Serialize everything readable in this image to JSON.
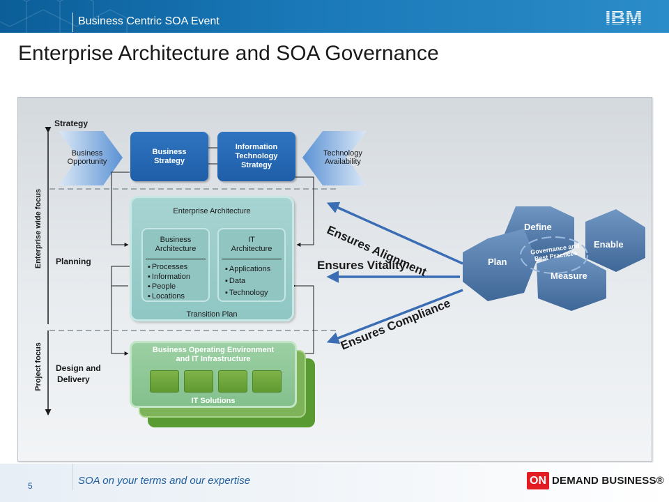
{
  "header": {
    "event_title": "Business Centric SOA Event",
    "logo_text": "IBM"
  },
  "slide": {
    "title": "Enterprise Architecture and SOA Governance"
  },
  "diagram": {
    "strategy_label": "Strategy",
    "planning_label": "Planning",
    "design_label_line1": "Design and",
    "design_label_line2": "Delivery",
    "enterprise_focus": "Enterprise wide focus",
    "project_focus": "Project focus",
    "business_opportunity": [
      "Business",
      "Opportunity"
    ],
    "technology_availability": [
      "Technology",
      "Availability"
    ],
    "business_strategy": [
      "Business",
      "Strategy"
    ],
    "it_strategy": [
      "Information",
      "Technology",
      "Strategy"
    ],
    "enterprise_architecture": {
      "title": "Enterprise Architecture",
      "business_architecture": {
        "heading": [
          "Business",
          "Architecture"
        ],
        "items": [
          "Processes",
          "Information",
          "People",
          "Locations"
        ]
      },
      "it_architecture": {
        "heading": [
          "IT",
          "Architecture"
        ],
        "items": [
          "Applications",
          "Data",
          "Technology"
        ]
      },
      "footer": "Transition Plan"
    },
    "operating_environment": {
      "title": [
        "Business Operating Environment",
        "and IT Infrastructure"
      ],
      "footer": "IT Solutions"
    },
    "arrows": {
      "alignment": "Ensures Alignment",
      "vitality": "Ensures Vitality",
      "compliance": "Ensures Compliance"
    },
    "governance": {
      "define": "Define",
      "enable": "Enable",
      "plan": "Plan",
      "measure": "Measure",
      "center": [
        "Governance and",
        "Best Practices"
      ]
    }
  },
  "footer": {
    "page_number": "5",
    "tagline": "SOA on your terms and our expertise",
    "brand_on": "ON",
    "brand_rest": "DEMAND BUSINESS®"
  },
  "colors": {
    "header_blue": "#1a78b8",
    "box_blue": "#1f5ea9",
    "ea_teal": "#9ccdca",
    "green": "#5f9a30",
    "hex_blue": "#4f77a6",
    "arrow_blue": "#3b6db5",
    "brand_red": "#e31b23"
  }
}
